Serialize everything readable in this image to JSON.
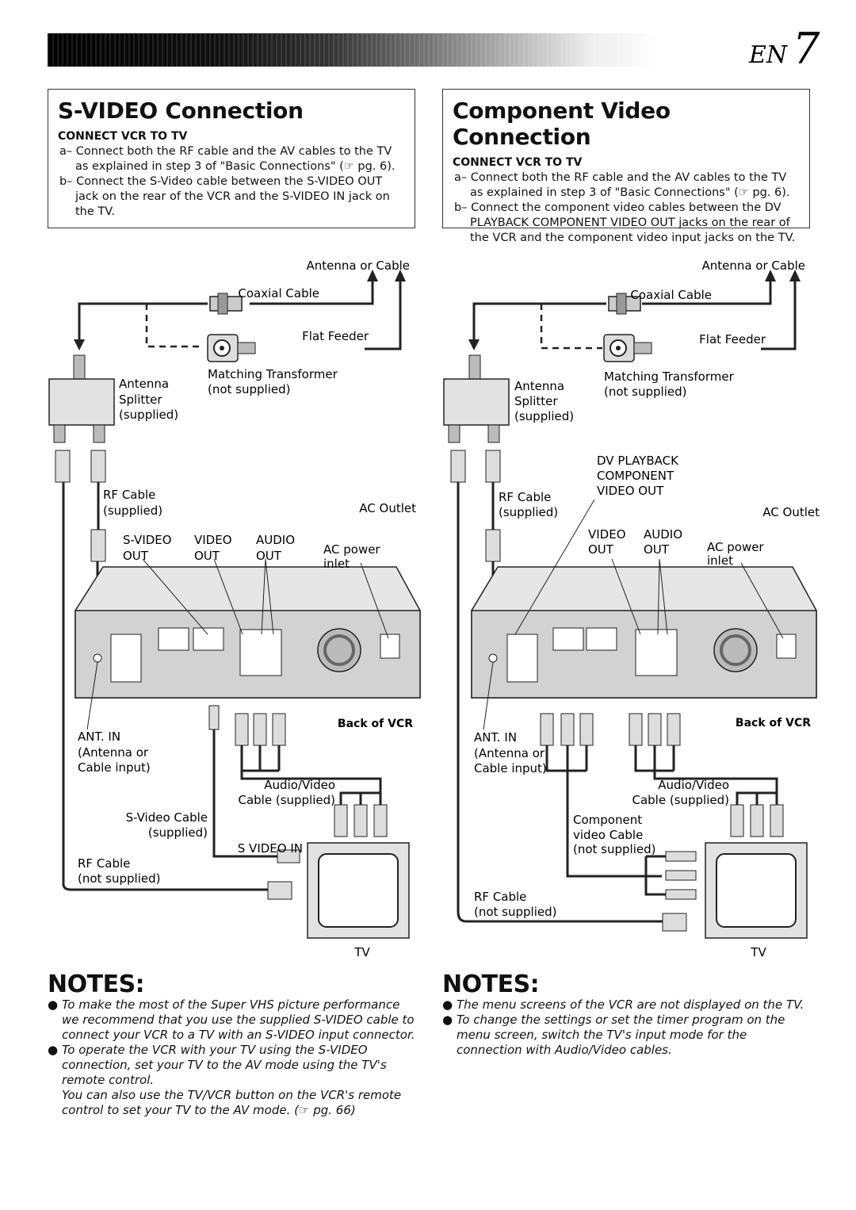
{
  "header": {
    "lang": "EN",
    "page": "7"
  },
  "left": {
    "title": "S-VIDEO Connection",
    "subtitle": "CONNECT VCR TO TV",
    "step_a": "a– Connect both the RF cable and the AV cables to the TV as explained in step 3 of \"Basic Connections\" (☞ pg. 6).",
    "step_b": "b– Connect the S-Video cable between the S-VIDEO OUT jack on the rear of the VCR and the S-VIDEO IN jack on the TV.",
    "labels": {
      "antenna_cable": "Antenna or Cable",
      "coaxial": "Coaxial Cable",
      "flat_feeder": "Flat Feeder",
      "matching": "Matching Transformer",
      "matching2": "(not supplied)",
      "splitter1": "Antenna",
      "splitter2": "Splitter",
      "splitter3": "(supplied)",
      "rf1": "RF Cable",
      "rf2": "(supplied)",
      "ac_outlet": "AC Outlet",
      "svideo_out1": "S-VIDEO",
      "svideo_out2": "OUT",
      "video_out1": "VIDEO",
      "video_out2": "OUT",
      "audio_out1": "AUDIO",
      "audio_out2": "OUT",
      "ac_power1": "AC power",
      "ac_power2": "inlet",
      "back_vcr": "Back of VCR",
      "ant_in1": "ANT. IN",
      "ant_in2": "(Antenna or",
      "ant_in3": "Cable input)",
      "av_cable1": "Audio/Video",
      "av_cable2": "Cable (supplied)",
      "sv_cable1": "S-Video Cable",
      "sv_cable2": "(supplied)",
      "sv_in": "S VIDEO IN",
      "rf_ns1": "RF Cable",
      "rf_ns2": "(not supplied)",
      "tv": "TV"
    },
    "notes_title": "NOTES:",
    "notes": [
      "To make the most of the Super VHS picture performance we recommend that you use the supplied S-VIDEO cable to connect your VCR to a TV with an S-VIDEO input connector.",
      "To operate the VCR with your TV using the S-VIDEO connection, set your TV to the AV mode using the TV's remote control."
    ],
    "note_extra": "You can also use the TV/VCR button on the VCR's remote control to set your TV to the AV mode. (☞ pg. 66)"
  },
  "right": {
    "title": "Component Video Connection",
    "subtitle": "CONNECT VCR TO TV",
    "step_a": "a– Connect both the RF cable and the AV cables to the TV as explained in step 3 of \"Basic Connections\" (☞ pg. 6).",
    "step_b": "b– Connect the component video cables between the DV PLAYBACK COMPONENT VIDEO OUT jacks on the rear of the VCR and the component video input jacks on the TV.",
    "labels": {
      "antenna_cable": "Antenna or Cable",
      "coaxial": "Coaxial Cable",
      "flat_feeder": "Flat Feeder",
      "matching": "Matching Transformer",
      "matching2": "(not supplied)",
      "splitter1": "Antenna",
      "splitter2": "Splitter",
      "splitter3": "(supplied)",
      "dv1": "DV PLAYBACK",
      "dv2": "COMPONENT",
      "dv3": "VIDEO OUT",
      "rf1": "RF Cable",
      "rf2": "(supplied)",
      "ac_outlet": "AC Outlet",
      "video_out1": "VIDEO",
      "video_out2": "OUT",
      "audio_out1": "AUDIO",
      "audio_out2": "OUT",
      "ac_power1": "AC power",
      "ac_power2": "inlet",
      "back_vcr": "Back of VCR",
      "ant_in1": "ANT. IN",
      "ant_in2": "(Antenna or",
      "ant_in3": "Cable input)",
      "av_cable1": "Audio/Video",
      "av_cable2": "Cable (supplied)",
      "comp1": "Component",
      "comp2": "video Cable",
      "comp3": "(not supplied)",
      "rf_ns1": "RF Cable",
      "rf_ns2": "(not supplied)",
      "tv": "TV"
    },
    "notes_title": "NOTES:",
    "notes": [
      "The menu screens of the VCR are not displayed on the TV.",
      "To change the settings or set the timer program on the menu screen, switch the TV's input mode for the connection with Audio/Video cables."
    ]
  }
}
